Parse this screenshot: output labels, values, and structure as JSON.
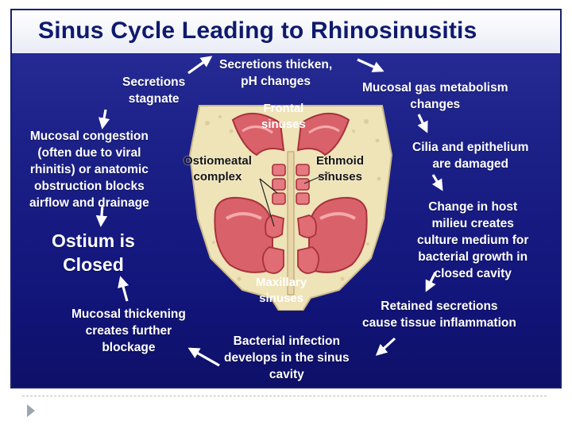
{
  "title": "Sinus Cycle Leading to Rhinosinusitis",
  "colors": {
    "background_top": "#2a2f9a",
    "background_bottom": "#0e1068",
    "title_text": "#0f1a6e",
    "step_text": "#ffffff",
    "bone": "#efe3b8",
    "mucosa": "#d9626a"
  },
  "steps": {
    "secretions_thicken": [
      "Secretions thicken,",
      "pH changes"
    ],
    "gas_metabolism": [
      "Mucosal gas metabolism",
      "changes"
    ],
    "cilia_damaged": [
      "Cilia and epithelium",
      "are damaged"
    ],
    "host_milieu": [
      "Change in host",
      "milieu creates",
      "culture medium for",
      "bacterial growth in",
      "closed cavity"
    ],
    "retained_secretions": [
      "Retained secretions",
      "cause tissue inflammation"
    ],
    "bacterial_infection": [
      "Bacterial infection",
      "develops in the sinus",
      "cavity"
    ],
    "mucosal_thickening": [
      "Mucosal thickening",
      "creates further",
      "blockage"
    ],
    "ostium_closed": [
      "Ostium is",
      "Closed"
    ],
    "mucosal_congestion": [
      "Mucosal congestion",
      "(often due to viral",
      "rhinitis) or anatomic",
      "obstruction blocks",
      "airflow and drainage"
    ],
    "secretions_stagnate": [
      "Secretions",
      "stagnate"
    ]
  },
  "anatomy_labels": {
    "frontal": [
      "Frontal",
      "sinuses"
    ],
    "ostiomeatal": [
      "Ostiomeatal",
      "complex"
    ],
    "ethmoid": [
      "Ethmoid",
      "sinuses"
    ],
    "maxillary": [
      "Maxillary",
      "sinuses"
    ]
  }
}
